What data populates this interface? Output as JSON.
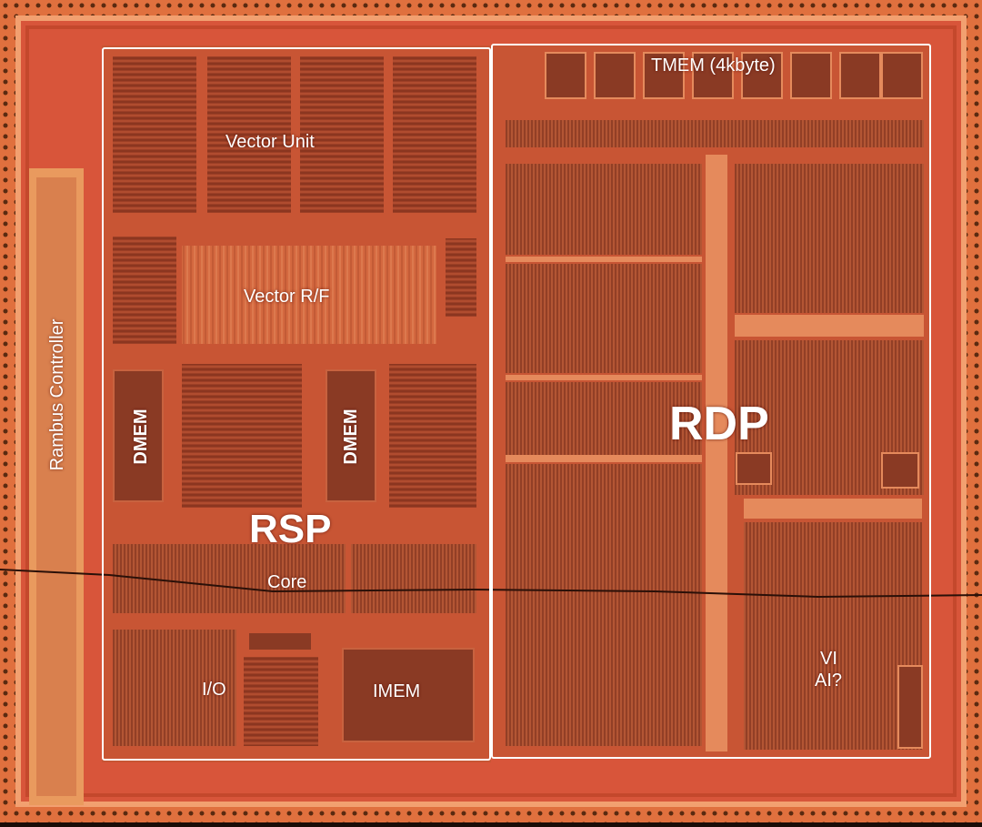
{
  "labels": {
    "tmem": "TMEM (4kbyte)",
    "vector_unit": "Vector Unit",
    "vector_rf": "Vector R/F",
    "dmem_left": "DMEM",
    "dmem_right": "DMEM",
    "rsp": "RSP",
    "core": "Core",
    "io": "I/O",
    "imem": "IMEM",
    "rdp": "RDP",
    "vi": "VI",
    "ai": "AI?",
    "rambus": "Rambus Controller"
  },
  "colors": {
    "die_base": "#d8553a",
    "die_light": "#f08a5c",
    "die_dark": "#8a3a24",
    "pad_ring": "#e8a36a",
    "outline": "#ffffff"
  }
}
